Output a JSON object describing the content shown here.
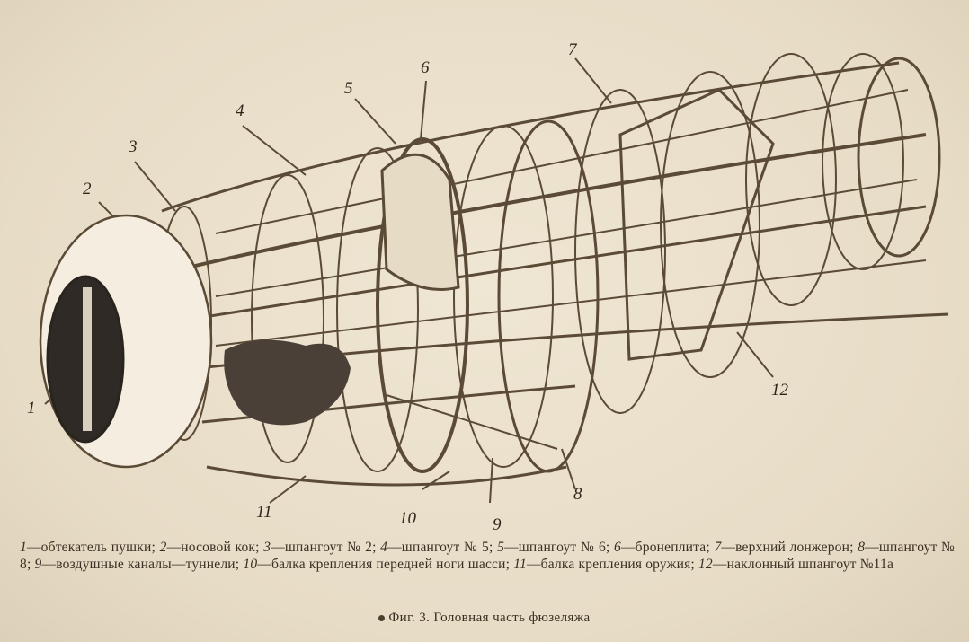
{
  "figure": {
    "callouts": [
      "1",
      "2",
      "3",
      "4",
      "5",
      "6",
      "7",
      "8",
      "9",
      "10",
      "11",
      "12"
    ],
    "legend": [
      {
        "num": "1",
        "text": "—обтекатель пушки;"
      },
      {
        "num": "2",
        "text": "—носовой кок;"
      },
      {
        "num": "3",
        "text": "—шпангоут № 2;"
      },
      {
        "num": "4",
        "text": "—шпангоут № 5;"
      },
      {
        "num": "5",
        "text": "—шпангоут № 6;"
      },
      {
        "num": "6",
        "text": "—бронеплита;"
      },
      {
        "num": "7",
        "text": "—верхний лонжерон;"
      },
      {
        "num": "8",
        "text": "—шпангоут № 8;"
      },
      {
        "num": "9",
        "text": "—воздушные каналы—туннели;"
      },
      {
        "num": "10",
        "text": "—балка крепления передней ноги шасси;"
      },
      {
        "num": "11",
        "text": "—балка крепления оружия;"
      },
      {
        "num": "12",
        "text": "—наклонный шпангоут №11а"
      }
    ],
    "title": "Фиг. 3. Головная часть фюзеляжа"
  },
  "colors": {
    "paper": "#ebe1cd",
    "ink": "#3a2f22",
    "frame": "#b8a888",
    "shade": "#4a4038"
  }
}
